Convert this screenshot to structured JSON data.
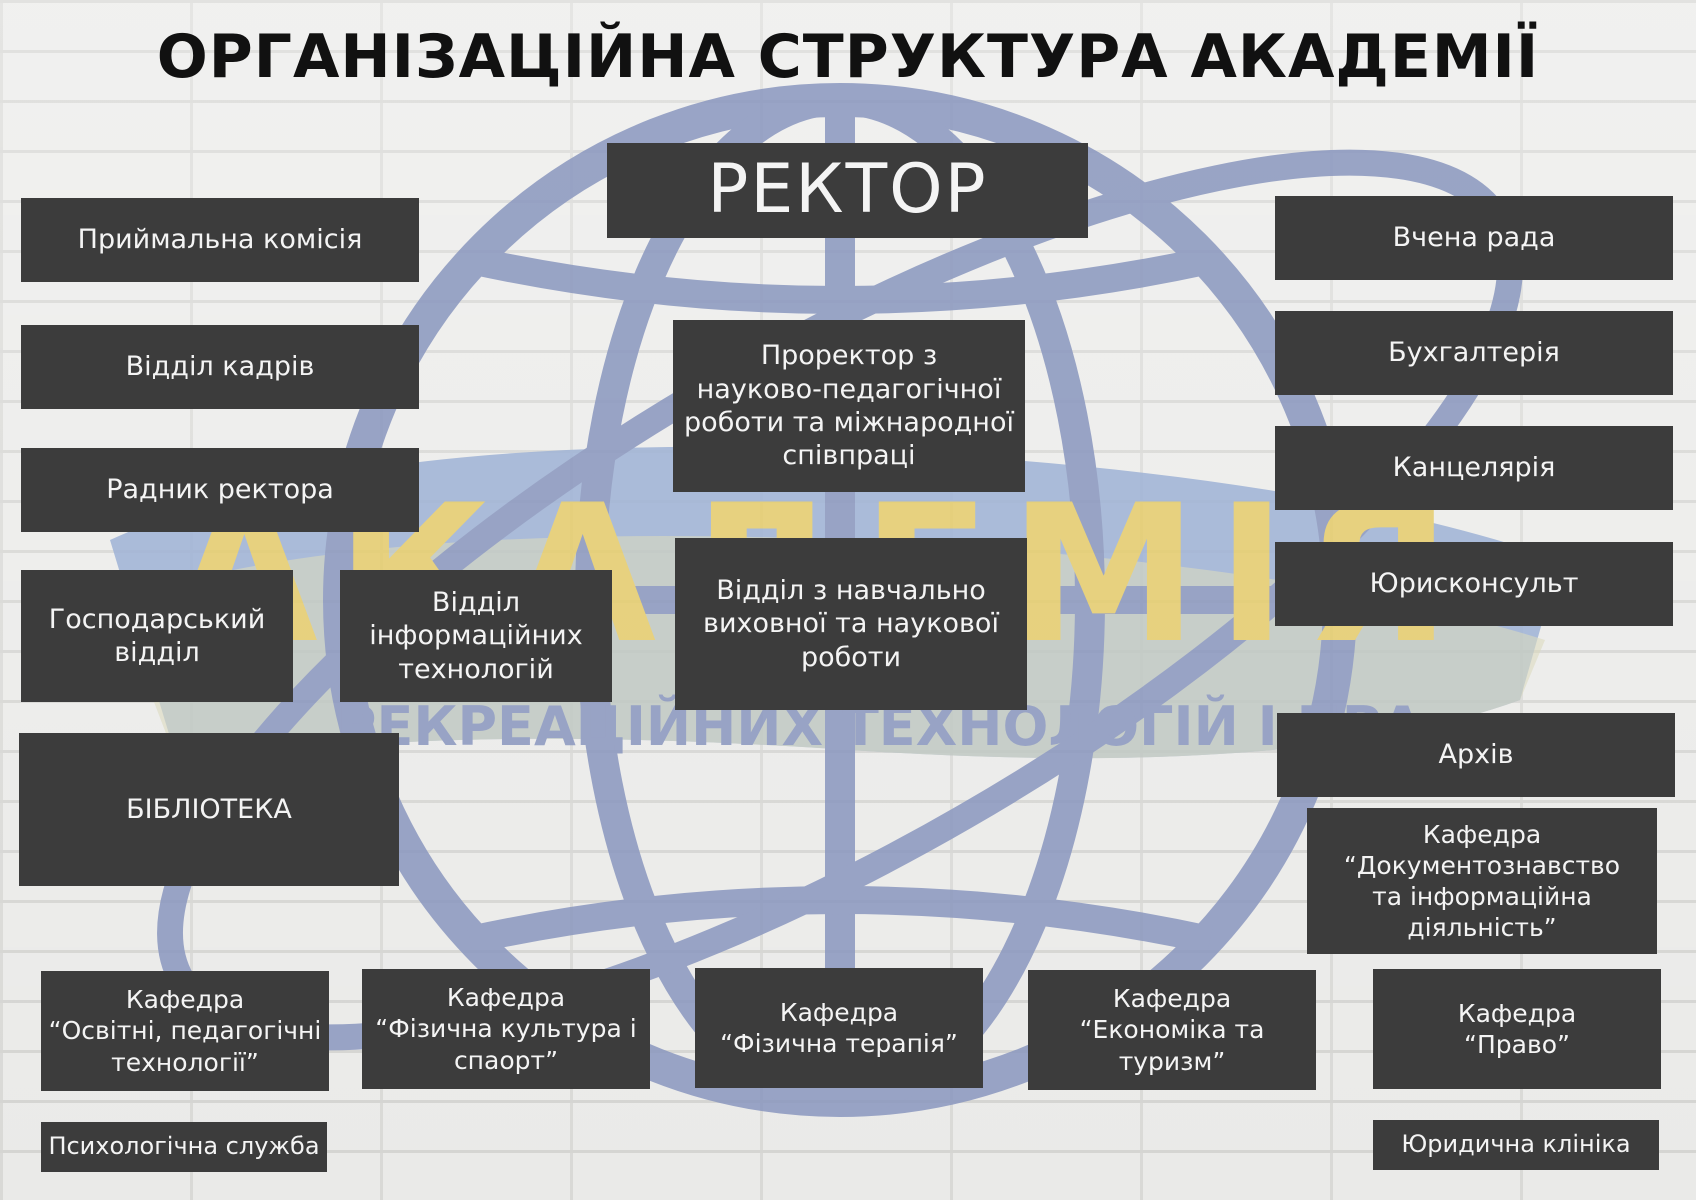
{
  "title": "ОРГАНІЗАЦІЙНА СТРУКТУРА АКАДЕМІЇ",
  "colors": {
    "box_fill": "#3c3c3c",
    "box_text": "#f4f4f4",
    "title_text": "#111111",
    "logo_blue": "#7f8fbf",
    "logo_yellow": "#e8cf72"
  },
  "watermark": {
    "word": "АКАДЕМІЯ",
    "ribbon_text": "РЕКРЕАЦІЙНИХ ТЕХНОЛОГІЙ І ПРА"
  },
  "rector": "РЕКТОР",
  "left_column": {
    "admissions": "Приймальна комісія",
    "hr": "Відділ кадрів",
    "advisor": "Радник ректора",
    "household": "Господарський\nвідділ",
    "it": "Відділ\nінформаційних\nтехнологій",
    "library": "БІБЛІОТЕКА"
  },
  "center_column": {
    "vice_rector": "Проректор з\nнауково-педагогічної\nроботи та міжнародної\nспівпраці",
    "education_dept": "Відділ з навчально\nвиховної та наукової\nроботи"
  },
  "right_column": {
    "council": "Вчена рада",
    "accounting": "Бухгалтерія",
    "office": "Канцелярія",
    "legal": "Юрисконсульт",
    "archive": "Архів",
    "dept_documents": "Кафедра\n“Документознавство\nта інформаційна\nдіяльність”"
  },
  "departments": {
    "dept_pedagogy": "Кафедра\n“Освітні, педагогічні\nтехнології”",
    "dept_phys_culture": "Кафедра\n“Фізична культура і\nспаорт”",
    "dept_phys_therapy": "Кафедра\n“Фізична терапія”",
    "dept_economics": "Кафедра\n“Економіка та\nтуризм”",
    "dept_law": "Кафедра\n“Право”"
  },
  "bottom": {
    "psychology": "Психологічна служба",
    "law_clinic": "Юридична клініка"
  }
}
